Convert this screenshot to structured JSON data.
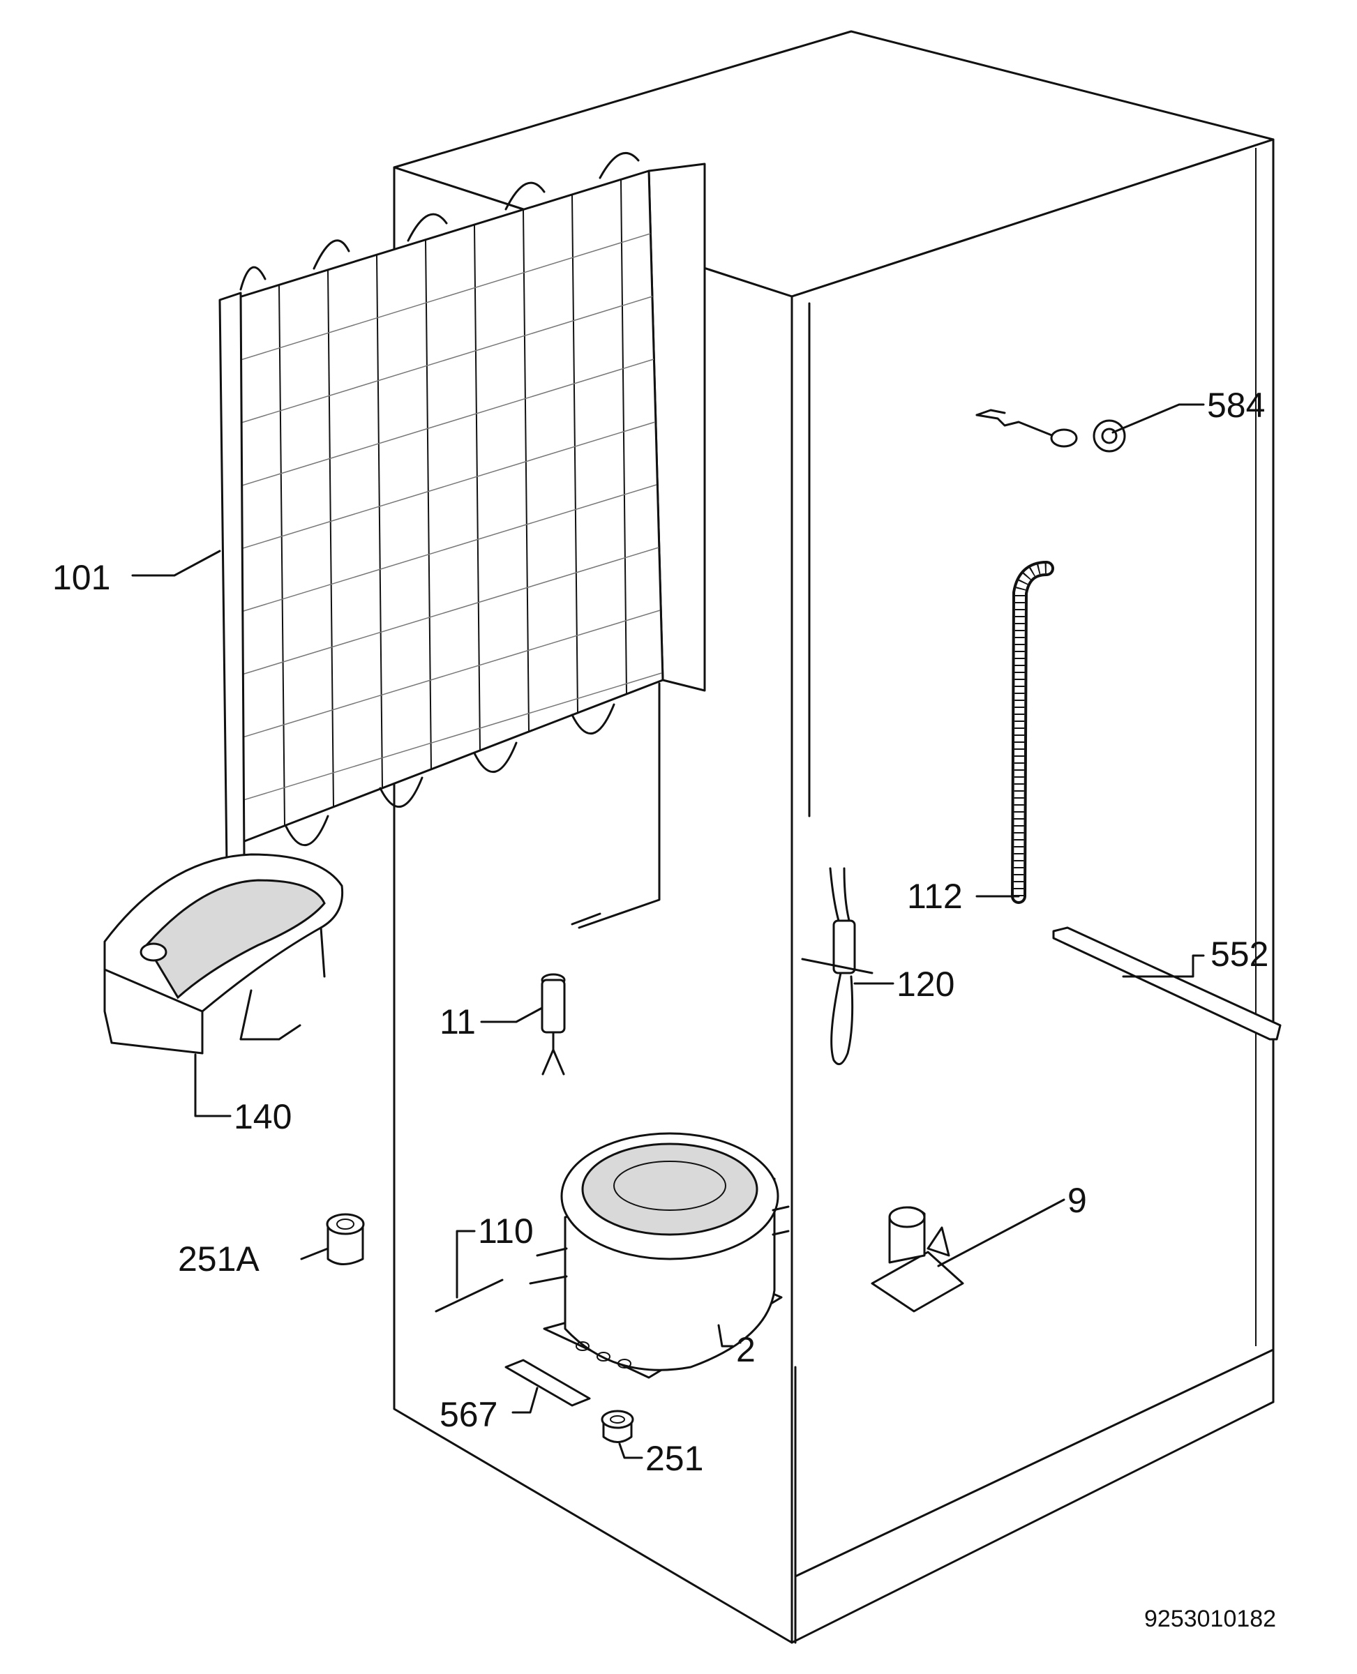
{
  "labels": {
    "p101": "101",
    "p584": "584",
    "p112": "112",
    "p552": "552",
    "p120": "120",
    "p11": "11",
    "p140": "140",
    "p9": "9",
    "p110": "110",
    "p251a": "251A",
    "p2": "2",
    "p567": "567",
    "p251": "251"
  },
  "drawing_code": "9253010182"
}
